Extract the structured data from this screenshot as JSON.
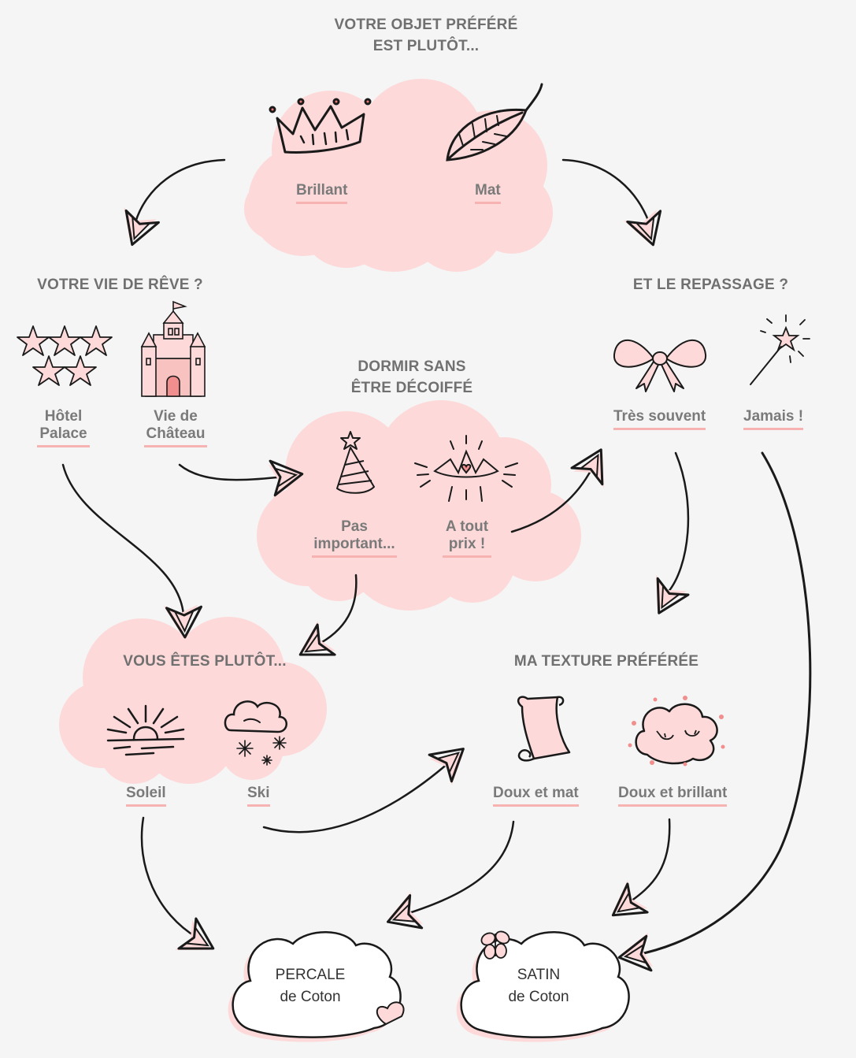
{
  "colors": {
    "background": "#f5f5f5",
    "cloud": "#fdd9d9",
    "accent": "#f7b3b1",
    "ink": "#1a1a1a",
    "text": "#7a7a7a"
  },
  "q1": {
    "line1": "VOTRE OBJET PRÉFÉRÉ",
    "line2": "EST PLUTÔT...",
    "options": [
      {
        "label": "Brillant",
        "icon": "crown-icon"
      },
      {
        "label": "Mat",
        "icon": "leaf-icon"
      }
    ]
  },
  "q2": {
    "title": "VOTRE VIE DE RÊVE ?",
    "options": [
      {
        "line1": "Hôtel",
        "line2": "Palace",
        "icon": "stars-icon"
      },
      {
        "line1": "Vie de",
        "line2": "Château",
        "icon": "castle-icon"
      }
    ]
  },
  "q3": {
    "title": "ET LE REPASSAGE ?",
    "options": [
      {
        "label": "Très souvent",
        "icon": "bow-icon"
      },
      {
        "label": "Jamais !",
        "icon": "magic-wand-icon"
      }
    ]
  },
  "q4": {
    "line1": "DORMIR SANS",
    "line2": "ÊTRE DÉCOIFFÉ",
    "options": [
      {
        "line1": "Pas",
        "line2": "important...",
        "icon": "party-hat-icon"
      },
      {
        "line1": "A tout",
        "line2": "prix !",
        "icon": "tiara-icon"
      }
    ]
  },
  "q5": {
    "title": "VOUS ÊTES PLUTÔT...",
    "options": [
      {
        "label": "Soleil",
        "icon": "sunset-icon"
      },
      {
        "label": "Ski",
        "icon": "snow-cloud-icon"
      }
    ]
  },
  "q6": {
    "title": "MA TEXTURE PRÉFÉRÉE",
    "options": [
      {
        "label": "Doux et mat",
        "icon": "scroll-icon"
      },
      {
        "label": "Doux et brillant",
        "icon": "sleeping-cloud-icon"
      }
    ]
  },
  "results": [
    {
      "line1": "PERCALE",
      "line2": "de Coton"
    },
    {
      "line1": "SATIN",
      "line2": "de Coton"
    }
  ]
}
